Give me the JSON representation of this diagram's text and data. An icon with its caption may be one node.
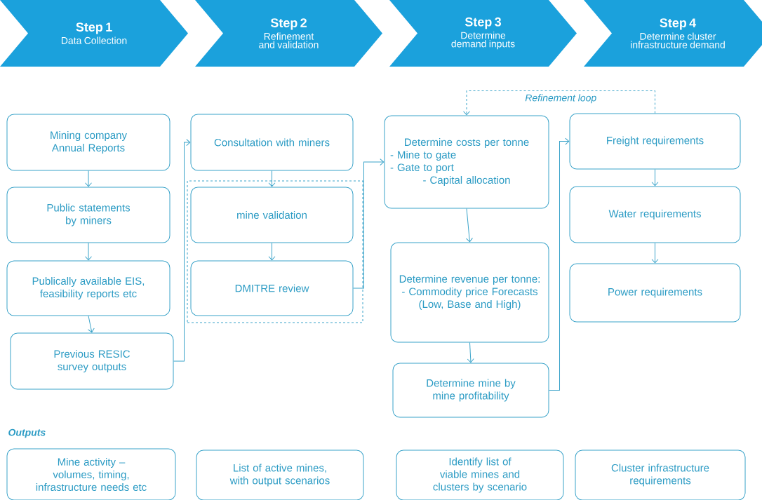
{
  "diagram": {
    "nodes": [
      {
        "text": [
          "Step 1",
          "Data Collection"
        ]
      },
      {
        "text": [
          "Step 2",
          "Refinement and validation"
        ]
      },
      {
        "text": [
          "Step 3",
          "Determine demand inputs"
        ]
      },
      {
        "text": [
          "Step 4",
          "Determine cluster infrastructure demand"
        ]
      },
      {
        "text": [
          "Mining company Annual Reports"
        ]
      },
      {
        "text": [
          "Public statements by miners"
        ]
      },
      {
        "text": [
          "Publically available EIS, feasibility reports etc"
        ]
      },
      {
        "text": [
          "Previous RESIC survey outputs"
        ]
      },
      {
        "text": [
          "Consultation with miners"
        ]
      },
      {
        "text": [],
        "shape": "box"
      },
      {
        "text": [
          "mine validation"
        ],
        "in": 9
      },
      {
        "text": [
          "DMITRE review"
        ],
        "in": 9
      },
      {
        "text": [
          "Determine costs per tonne",
          "- Mine to gate",
          "- Gate to port",
          "- Capital allocation"
        ]
      },
      {
        "text": [
          "Determine revenue per tonne:",
          "- Commodity price Forecasts (Low, Base and High)"
        ]
      },
      {
        "text": [
          "Determine mine by mine profitability"
        ]
      },
      {
        "text": [
          "Freight requirements"
        ]
      },
      {
        "text": [
          "Water requirements"
        ]
      },
      {
        "text": [
          "Power requirements"
        ]
      },
      {
        "text": [
          "Mine activity – volumes, timing, infrastructure needs etc"
        ]
      },
      {
        "text": [
          "List of active mines, with output scenarios"
        ]
      },
      {
        "text": [
          "Identify list of viable mines and clusters by scenario"
        ]
      },
      {
        "text": [
          "Cluster infrastructure requirements"
        ]
      }
    ],
    "edges": [
      {
        "from": 4,
        "to": 5,
        "arrow": "to"
      },
      {
        "from": 5,
        "to": 6,
        "arrow": "to"
      },
      {
        "from": 6,
        "to": 7,
        "arrow": "to"
      },
      {
        "from": 7,
        "to": 8,
        "arrow": "to"
      },
      {
        "from": 8,
        "to": 10,
        "arrow": "to"
      },
      {
        "from": 10,
        "to": 11,
        "arrow": "to"
      },
      {
        "from": 11,
        "to": 12,
        "arrow": "to"
      },
      {
        "from": 12,
        "to": 13,
        "arrow": "to"
      },
      {
        "from": 13,
        "to": 14,
        "arrow": "to"
      },
      {
        "from": 14,
        "to": 15,
        "arrow": "to"
      },
      {
        "from": 15,
        "to": 16,
        "arrow": "to"
      },
      {
        "from": 16,
        "to": 17,
        "arrow": "to"
      },
      {
        "from": 15,
        "to": 12,
        "arrow": "to",
        "style": "dashed",
        "label": "Refinement loop"
      }
    ],
    "labels": [
      "Outputs"
    ]
  }
}
